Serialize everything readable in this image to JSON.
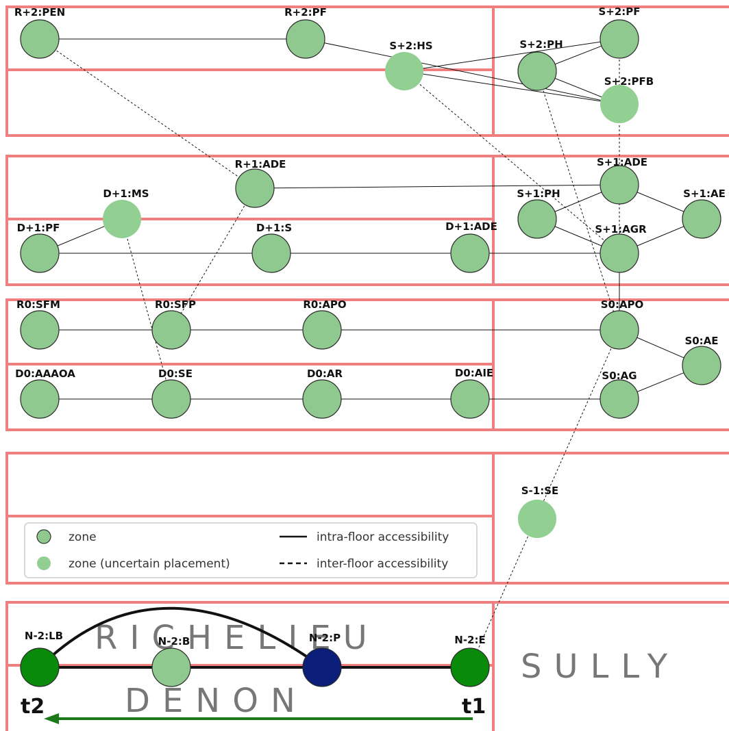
{
  "wings": {
    "richelieu": "RICHELIEU",
    "denon": "DENON",
    "sully": "SULLY"
  },
  "legend": {
    "zone": "zone",
    "zone_uncertain": "zone (uncertain placement)",
    "intra": "intra-floor accessibility",
    "inter": "inter-floor accessibility"
  },
  "path": {
    "start": "t1",
    "end": "t2"
  },
  "colors": {
    "zone": "#90c990",
    "zone_uncertain": "#92cf92",
    "path_node": "#0a8a0a",
    "current_node": "#0b1f7a",
    "wall": "#f08080",
    "arrow": "#1a7a1a"
  },
  "nodes": [
    {
      "id": "R+2:PEN",
      "type": "zone"
    },
    {
      "id": "R+2:PF",
      "type": "zone"
    },
    {
      "id": "S+2:HS",
      "type": "uncertain"
    },
    {
      "id": "S+2:PH",
      "type": "zone"
    },
    {
      "id": "S+2:PF",
      "type": "zone"
    },
    {
      "id": "S+2:PFB",
      "type": "uncertain"
    },
    {
      "id": "R+1:ADE",
      "type": "zone"
    },
    {
      "id": "D+1:MS",
      "type": "uncertain"
    },
    {
      "id": "S+1:ADE",
      "type": "zone"
    },
    {
      "id": "S+1:PH",
      "type": "zone"
    },
    {
      "id": "S+1:AE",
      "type": "zone"
    },
    {
      "id": "D+1:PF",
      "type": "zone"
    },
    {
      "id": "D+1:S",
      "type": "zone"
    },
    {
      "id": "D+1:ADE",
      "type": "zone"
    },
    {
      "id": "S+1:AGR",
      "type": "zone"
    },
    {
      "id": "R0:SFM",
      "type": "zone"
    },
    {
      "id": "R0:SFP",
      "type": "zone"
    },
    {
      "id": "R0:APO",
      "type": "zone"
    },
    {
      "id": "S0:APO",
      "type": "zone"
    },
    {
      "id": "S0:AE",
      "type": "zone"
    },
    {
      "id": "D0:AAAOA",
      "type": "zone"
    },
    {
      "id": "D0:SE",
      "type": "zone"
    },
    {
      "id": "D0:AR",
      "type": "zone"
    },
    {
      "id": "D0:AIE",
      "type": "zone"
    },
    {
      "id": "S0:AG",
      "type": "zone"
    },
    {
      "id": "S-1:SE",
      "type": "uncertain"
    },
    {
      "id": "N-2:LB",
      "type": "path"
    },
    {
      "id": "N-2:B",
      "type": "zone"
    },
    {
      "id": "N-2:P",
      "type": "current"
    },
    {
      "id": "N-2:E",
      "type": "path"
    }
  ],
  "edges": [
    {
      "from": "R+2:PEN",
      "to": "R+2:PF",
      "kind": "intra"
    },
    {
      "from": "R+2:PF",
      "to": "S+2:PFB",
      "kind": "intra"
    },
    {
      "from": "S+2:HS",
      "to": "S+2:PF",
      "kind": "intra"
    },
    {
      "from": "S+2:HS",
      "to": "S+2:PFB",
      "kind": "intra"
    },
    {
      "from": "S+2:PH",
      "to": "S+2:PF",
      "kind": "intra"
    },
    {
      "from": "S+2:PH",
      "to": "S+2:PFB",
      "kind": "intra"
    },
    {
      "from": "R+2:PEN",
      "to": "R+1:ADE",
      "kind": "inter"
    },
    {
      "from": "S+2:HS",
      "to": "S+1:AGR",
      "kind": "inter"
    },
    {
      "from": "S+2:PH",
      "to": "S0:APO",
      "kind": "inter"
    },
    {
      "from": "S+2:PF",
      "to": "S0:APO",
      "kind": "inter"
    },
    {
      "from": "R+1:ADE",
      "to": "S+1:ADE",
      "kind": "intra"
    },
    {
      "from": "D+1:PF",
      "to": "D+1:MS",
      "kind": "intra"
    },
    {
      "from": "D+1:PF",
      "to": "S+1:AGR",
      "kind": "intra"
    },
    {
      "from": "S+1:ADE",
      "to": "S+1:PH",
      "kind": "intra"
    },
    {
      "from": "S+1:ADE",
      "to": "S+1:AE",
      "kind": "intra"
    },
    {
      "from": "S+1:PH",
      "to": "S+1:AGR",
      "kind": "intra"
    },
    {
      "from": "S+1:AE",
      "to": "S+1:AGR",
      "kind": "intra"
    },
    {
      "from": "S+1:AGR",
      "to": "S0:APO",
      "kind": "intra"
    },
    {
      "from": "R+1:ADE",
      "to": "R0:SFP",
      "kind": "inter"
    },
    {
      "from": "D+1:MS",
      "to": "D0:SE",
      "kind": "inter"
    },
    {
      "from": "R0:SFM",
      "to": "S0:APO",
      "kind": "intra"
    },
    {
      "from": "S0:APO",
      "to": "S0:AE",
      "kind": "intra"
    },
    {
      "from": "S0:AG",
      "to": "S0:AE",
      "kind": "intra"
    },
    {
      "from": "D0:AAAOA",
      "to": "S0:AG",
      "kind": "intra"
    },
    {
      "from": "S0:APO",
      "to": "N-2:E",
      "kind": "inter"
    },
    {
      "from": "N-2:LB",
      "to": "N-2:E",
      "kind": "path"
    },
    {
      "from": "N-2:LB",
      "to": "N-2:P",
      "kind": "path-arc"
    }
  ]
}
